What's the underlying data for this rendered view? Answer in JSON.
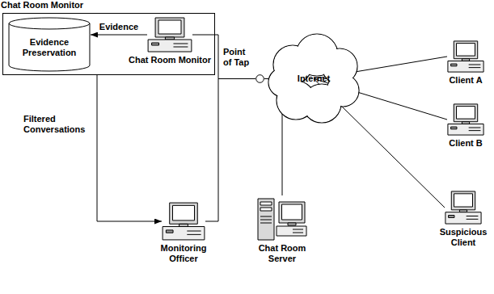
{
  "diagram": {
    "nodes": [
      {
        "text": [
          "Chat Room Monitor"
        ]
      },
      {
        "text": [
          "Evidence Preservation"
        ],
        "in": 0
      },
      {
        "text": [
          "Chat Room Monitor"
        ],
        "in": 0
      },
      {
        "text": [
          "Point of Tap"
        ]
      },
      {
        "text": [
          "Internet"
        ]
      },
      {
        "text": [
          "Client A"
        ]
      },
      {
        "text": [
          "Client B"
        ]
      },
      {
        "text": [
          "Monitoring Officer"
        ]
      },
      {
        "text": [
          "Chat Room Server"
        ]
      },
      {
        "text": [
          "Suspicious Client"
        ]
      }
    ],
    "edges": [
      {
        "from": 2,
        "to": 1,
        "label": "Evidence",
        "arrow": "to"
      },
      {
        "from": 0,
        "to": 7,
        "label": "Filtered Conversations",
        "arrow": "to"
      },
      {
        "from": 2,
        "to": 3,
        "arrow": "none"
      },
      {
        "from": 7,
        "to": 3,
        "arrow": "none"
      },
      {
        "from": 3,
        "to": 4,
        "arrow": "none"
      },
      {
        "from": 4,
        "to": 5,
        "arrow": "none"
      },
      {
        "from": 4,
        "to": 6,
        "arrow": "none"
      },
      {
        "from": 4,
        "to": 9,
        "arrow": "none"
      },
      {
        "from": 4,
        "to": 8,
        "arrow": "none"
      }
    ]
  }
}
